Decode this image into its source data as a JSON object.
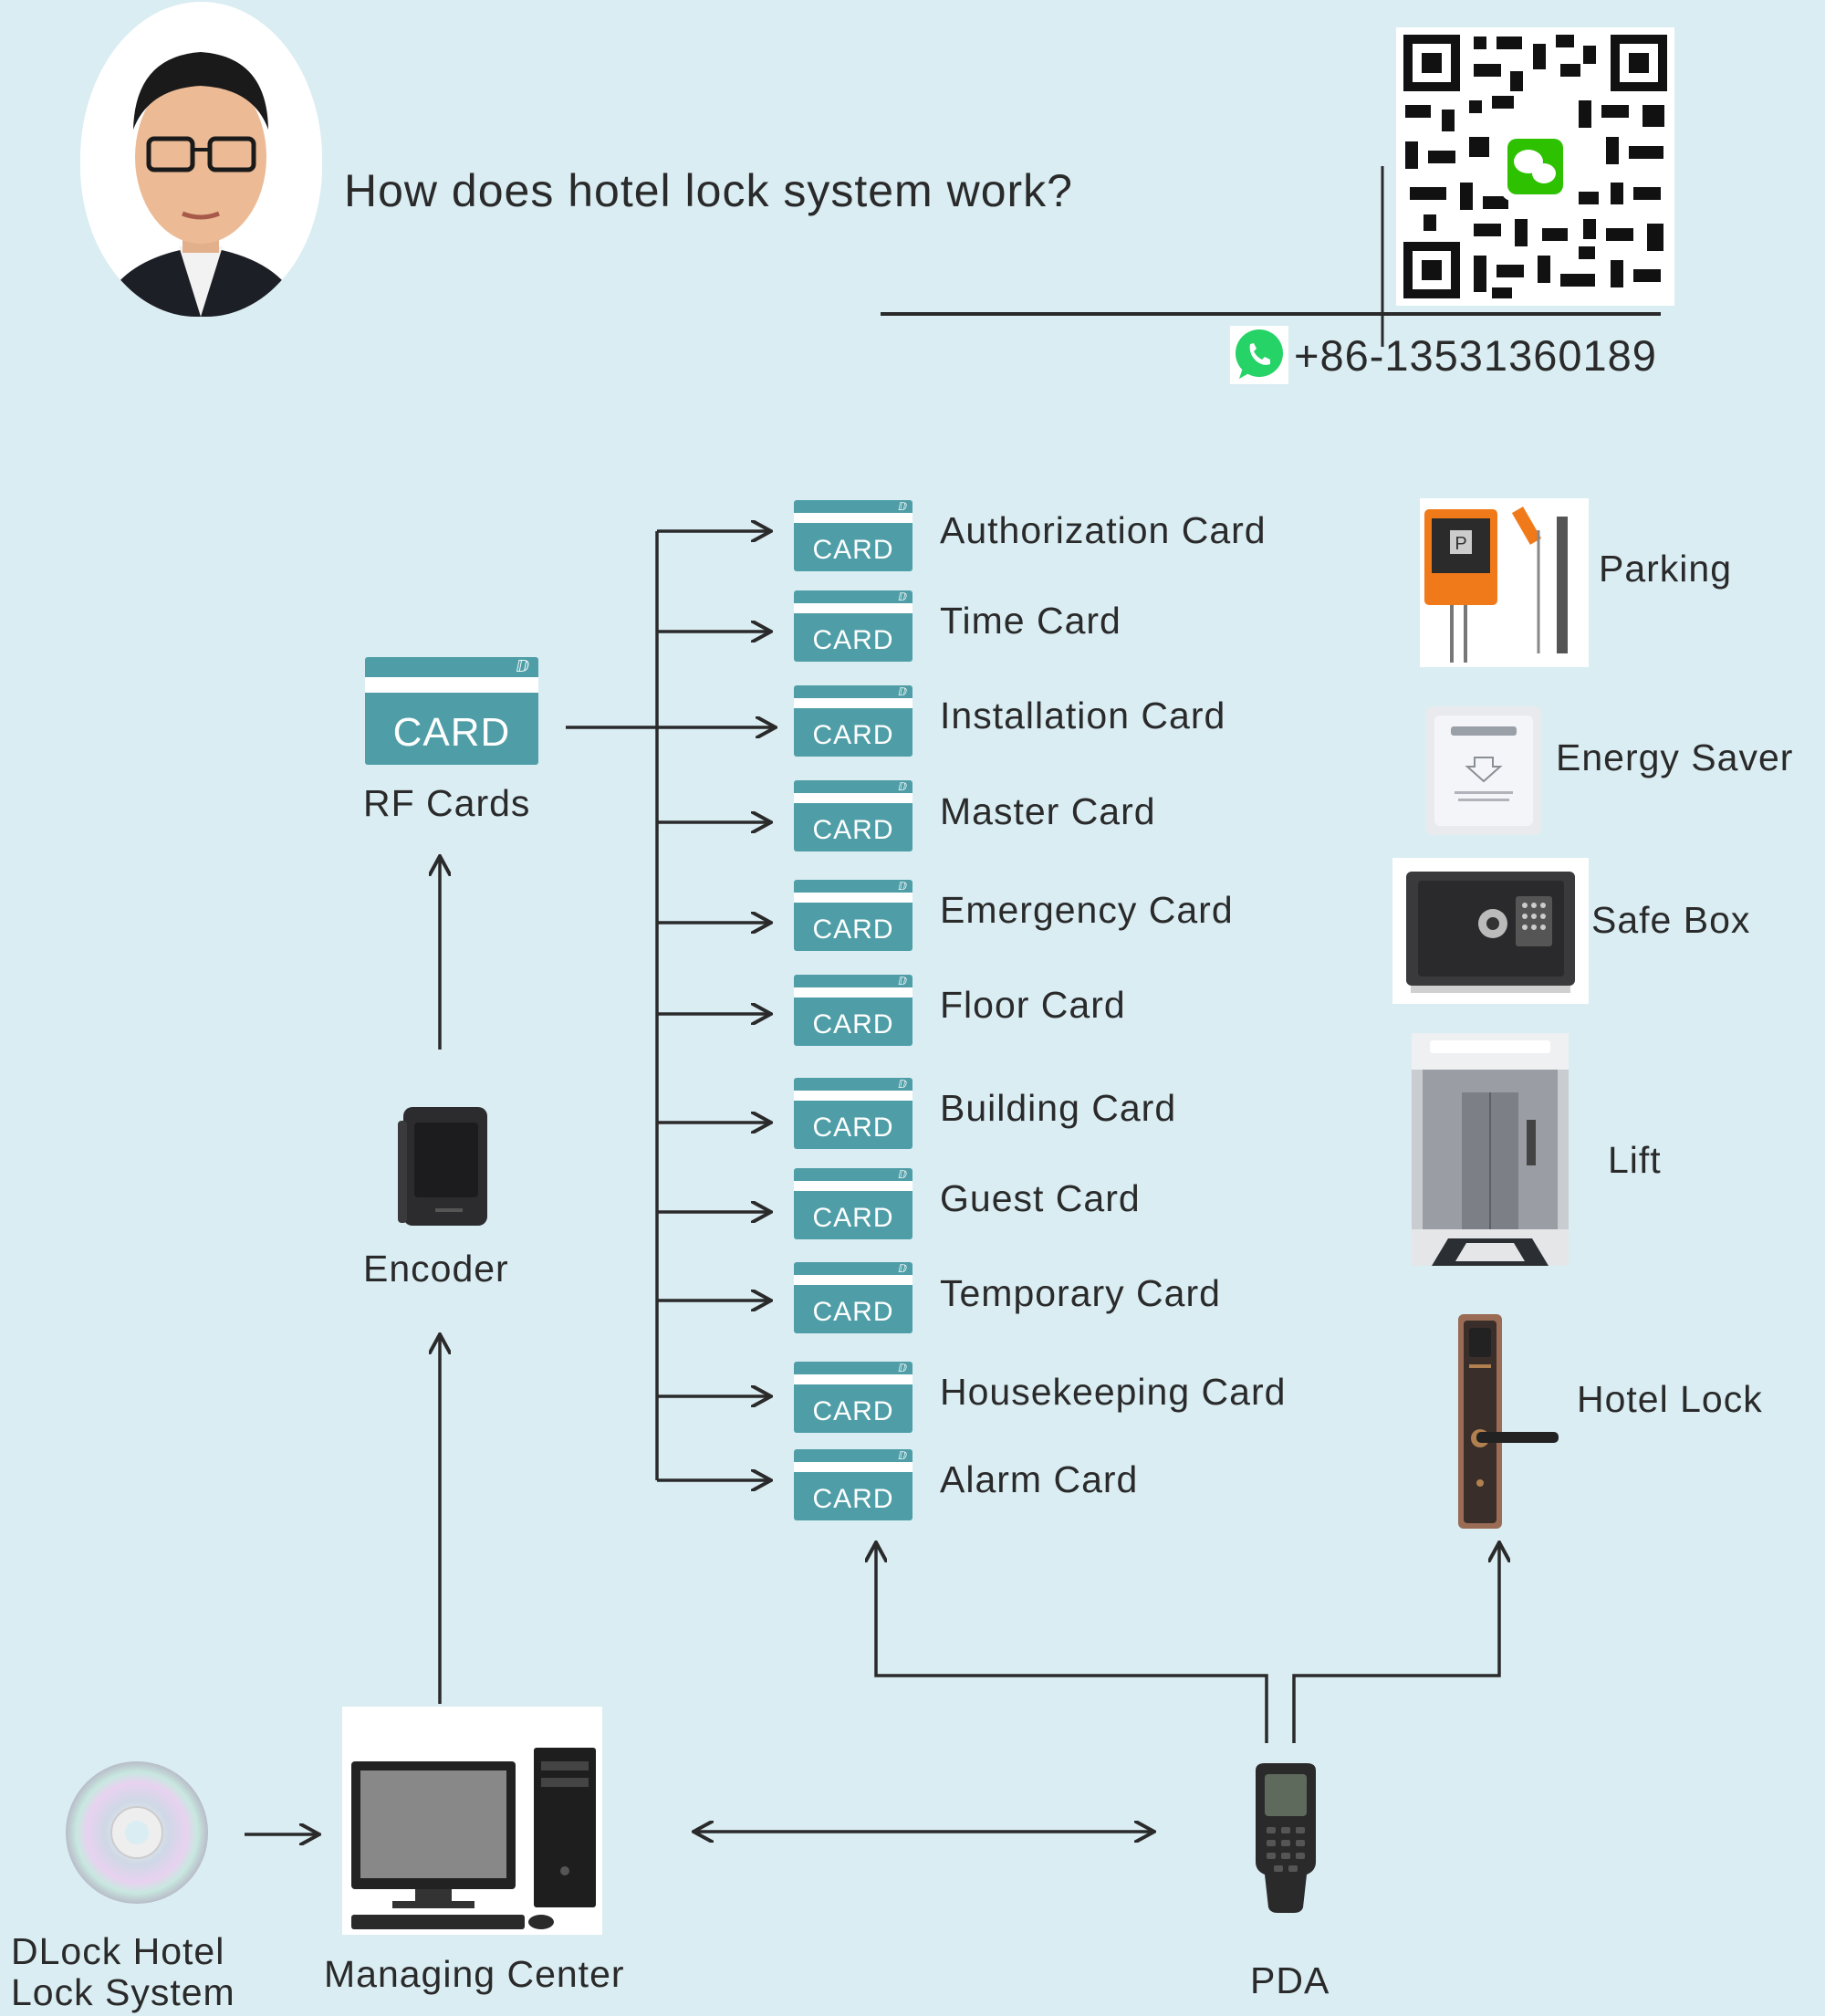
{
  "header": {
    "title": "How does hotel lock system work?",
    "phone": "+86-13531360189"
  },
  "card_text": "CARD",
  "rf_cards": {
    "card_label": "CARD",
    "label": "RF Cards"
  },
  "encoder": {
    "label": "Encoder"
  },
  "software": {
    "label_line1": "DLock Hotel",
    "label_line2": "Lock System"
  },
  "managing_center": {
    "label": "Managing Center"
  },
  "pda": {
    "label": "PDA"
  },
  "cards": [
    {
      "label": "Authorization Card"
    },
    {
      "label": "Time Card"
    },
    {
      "label": "Installation Card"
    },
    {
      "label": "Master Card"
    },
    {
      "label": "Emergency Card"
    },
    {
      "label": "Floor Card"
    },
    {
      "label": "Building Card"
    },
    {
      "label": "Guest Card"
    },
    {
      "label": "Temporary Card"
    },
    {
      "label": "Housekeeping Card"
    },
    {
      "label": "Alarm Card"
    }
  ],
  "devices": [
    {
      "label": "Parking",
      "icon": "parking-barrier-icon"
    },
    {
      "label": "Energy Saver",
      "icon": "energy-saver-icon"
    },
    {
      "label": "Safe Box",
      "icon": "safe-box-icon"
    },
    {
      "label": "Lift",
      "icon": "lift-icon"
    },
    {
      "label": "Hotel Lock",
      "icon": "hotel-lock-icon"
    }
  ],
  "colors": {
    "background": "#d9edf3",
    "card": "#4f9ea7",
    "line": "#2a2a2a",
    "whatsapp": "#25d366",
    "wechat": "#2dc100"
  }
}
